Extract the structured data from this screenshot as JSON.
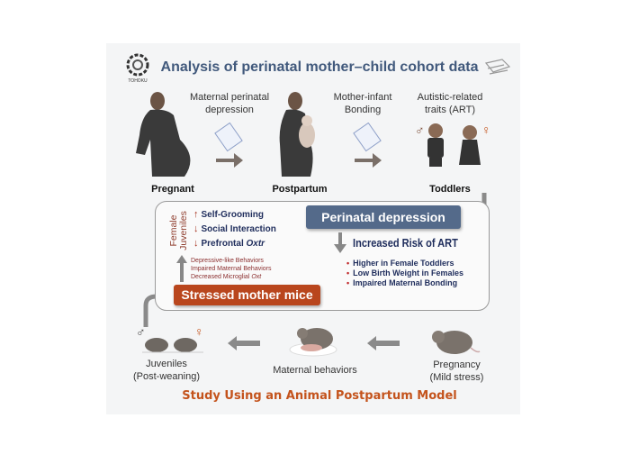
{
  "logo": {
    "text": "TOHOKU"
  },
  "title": "Analysis of perinatal mother–child cohort data",
  "cohort": {
    "stages": [
      "Pregnant",
      "Postpartum",
      "Toddlers"
    ],
    "transition1": [
      "Maternal perinatal",
      "depression"
    ],
    "transition2": [
      "Mother-infant",
      "Bonding"
    ],
    "art_label": [
      "Autistic-related",
      "traits (ART)"
    ],
    "male_symbol": "♂",
    "female_symbol": "♀"
  },
  "findings": {
    "perinatal_depression": "Perinatal depression",
    "risk_title": "Increased Risk of ART",
    "risk_bullets": [
      "Higher in Female Toddlers",
      "Low Birth Weight in Females",
      "Impaired Maternal Bonding"
    ],
    "female_juveniles": "Female Juveniles",
    "juvenile_effects": [
      {
        "arrow": "↑",
        "text": "Self-Grooming"
      },
      {
        "arrow": "↓",
        "text": "Social Interaction"
      },
      {
        "arrow": "↓",
        "text": "Prefrontal ",
        "italic": "Oxtr"
      }
    ],
    "mother_effects": [
      "Depressive-like Behaviors",
      "Impaired Maternal Behaviors",
      "Decreased Microglial "
    ],
    "mother_effects_italic": "Oxt",
    "stressed_mice": "Stressed mother mice"
  },
  "animal": {
    "juveniles": [
      "Juveniles",
      "(Post-weaning)"
    ],
    "maternal": "Maternal behaviors",
    "pregnancy": [
      "Pregnancy",
      "(Mild stress)"
    ]
  },
  "bottom_title": "Study Using an Animal Postpartum Model",
  "colors": {
    "navy": "#41597c",
    "orange": "#c4531c",
    "box_blue": "#546a8a",
    "box_red": "#b9461d"
  }
}
